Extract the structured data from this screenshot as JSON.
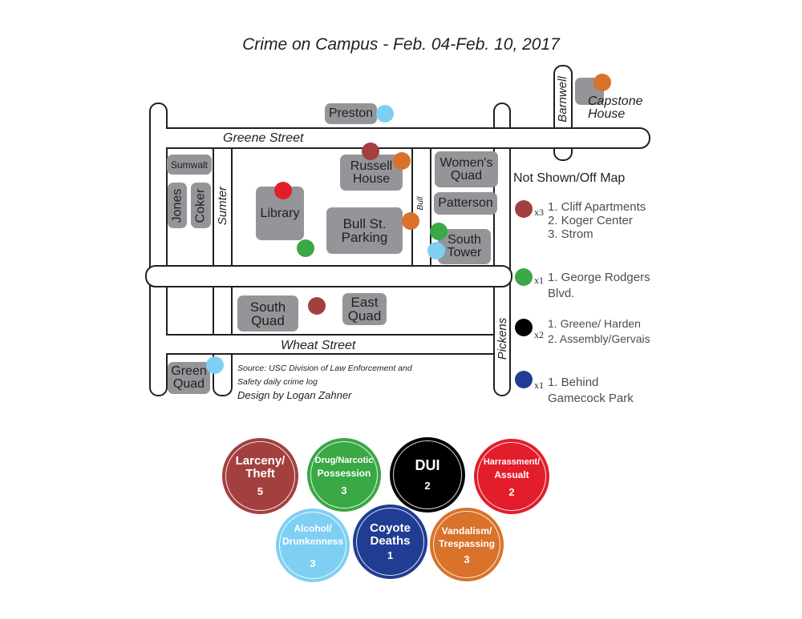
{
  "title": "Crime on Campus - Feb. 04-Feb. 10, 2017",
  "colors": {
    "larceny": "#a2403f",
    "drug": "#39a845",
    "dui": "#000000",
    "harassment": "#e31d2b",
    "alcohol": "#7fcff3",
    "coyote": "#203d93",
    "vandalism": "#d9722a",
    "building": "#939598"
  },
  "streets": {
    "greene": "Greene Street",
    "wheat": "Wheat Street",
    "sumter": "Sumter",
    "bull": "Bull",
    "pickens": "Pickens",
    "barnwell": "Barnwell"
  },
  "buildings": {
    "preston": "Preston",
    "sumwalt": "Sumwalt",
    "jones": "Jones",
    "coker": "Coker",
    "library": "Library",
    "russell_house_1": "Russell",
    "russell_house_2": "House",
    "bull_parking_1": "Bull St.",
    "bull_parking_2": "Parking",
    "womens_quad_1": "Women's",
    "womens_quad_2": "Quad",
    "patterson": "Patterson",
    "south_tower_1": "South",
    "south_tower_2": "Tower",
    "south_quad_1": "South",
    "south_quad_2": "Quad",
    "east_quad_1": "East",
    "east_quad_2": "Quad",
    "green_quad_1": "Green",
    "green_quad_2": "Quad",
    "capstone_1": "Capstone",
    "capstone_2": "House"
  },
  "credits": {
    "source_1": "Source: USC Division of Law Enforcement and",
    "source_2": "Safety daily crime log",
    "design": "Design by Logan Zahner"
  },
  "off_map": {
    "heading": "Not Shown/Off Map",
    "groups": [
      {
        "count": "x3",
        "color": "larceny",
        "items": [
          "1. Cliff Apartments",
          "2. Koger Center",
          "3. Strom"
        ]
      },
      {
        "count": "x1",
        "color": "drug",
        "items": [
          "1. George Rodgers",
          "Blvd."
        ]
      },
      {
        "count": "x2",
        "color": "dui",
        "items": [
          "1. Greene/ Harden",
          "2. Assembly/Gervais"
        ]
      },
      {
        "count": "x1",
        "color": "coyote",
        "items": [
          "1. Behind",
          "Gamecock Park"
        ]
      }
    ]
  },
  "categories": [
    {
      "line1": "Larceny/",
      "line2": "Theft",
      "count": "5"
    },
    {
      "line1": "Drug/Narcotic",
      "line2": "Possession",
      "count": "3"
    },
    {
      "line1": "DUI",
      "line2": "",
      "count": "2"
    },
    {
      "line1": "Harrassment/",
      "line2": "Assualt",
      "count": "2"
    },
    {
      "line1": "Alcohol/",
      "line2": "Drunkenness",
      "count": "3"
    },
    {
      "line1": "Coyote",
      "line2": "Deaths",
      "count": "1"
    },
    {
      "line1": "Vandalism/",
      "line2": "Trespassing",
      "count": "3"
    }
  ]
}
